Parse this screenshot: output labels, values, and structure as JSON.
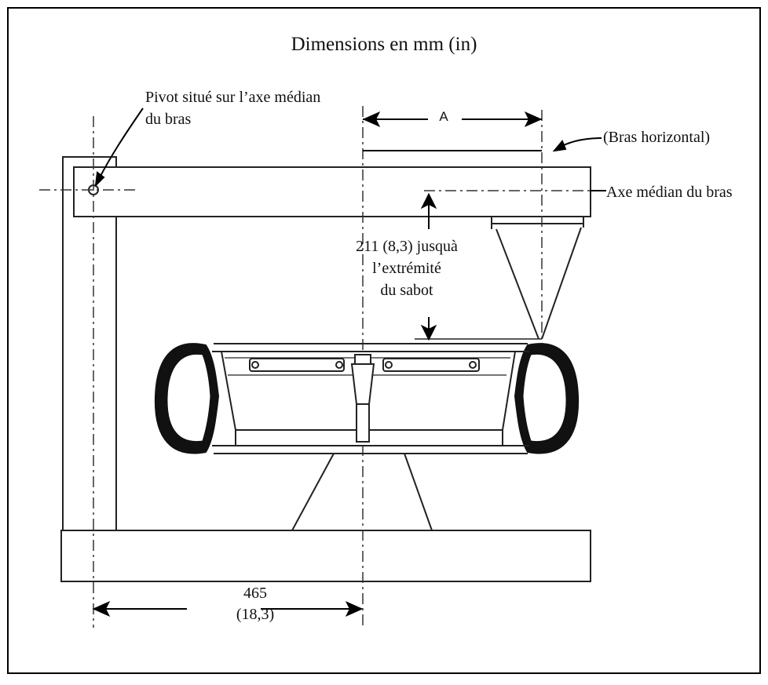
{
  "title": "Dimensions en mm (in)",
  "labels": {
    "pivot_line1": "Pivot situé sur l’axe médian",
    "pivot_line2": "du bras",
    "dim_a": "A",
    "bras_horizontal": "(Bras horizontal)",
    "axe_median": "Axe médian du bras",
    "dim_211_line1": "211 (8,3) jusquà",
    "dim_211_line2": "l’extrémité",
    "dim_211_line3": "du sabot",
    "dim_465_line1": "465",
    "dim_465_line2": "(18,3)"
  }
}
